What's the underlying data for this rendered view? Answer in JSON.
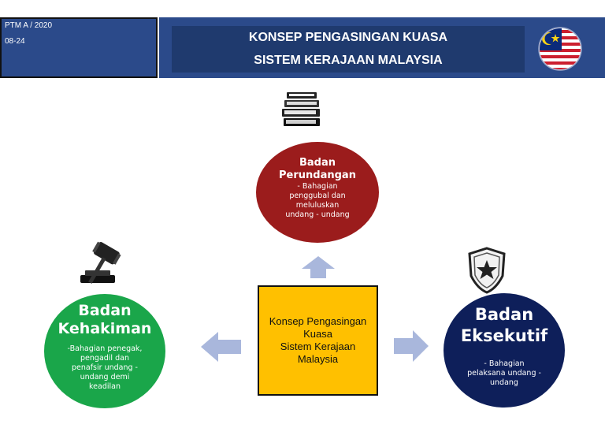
{
  "header": {
    "code": "PTM A / 2020",
    "page": "08-24",
    "title_line1": "KONSEP PENGASINGAN KUASA",
    "title_line2": "SISTEM KERAJAAN MALAYSIA"
  },
  "center": {
    "line1": "Konsep Pengasingan",
    "line2": "Kuasa",
    "line3": "Sistem Kerajaan",
    "line4": "Malaysia"
  },
  "top_node": {
    "title_line1": "Badan",
    "title_line2": "Perundangan",
    "desc_line1": "- Bahagian",
    "desc_line2": "penggubal dan",
    "desc_line3": "meluluskan",
    "desc_line4": "undang - undang"
  },
  "left_node": {
    "title_line1": "Badan",
    "title_line2": "Kehakiman",
    "desc_line1": "-Bahagian penegak,",
    "desc_line2": "pengadil dan",
    "desc_line3": "penafsir undang -",
    "desc_line4": "undang demi",
    "desc_line5": "keadilan"
  },
  "right_node": {
    "title_line1": "Badan",
    "title_line2": "Eksekutif",
    "desc_line1": "- Bahagian",
    "desc_line2": "pelaksana undang -",
    "desc_line3": "undang"
  },
  "colors": {
    "header_blue": "#2b4a8a",
    "perundangan_red": "#9b1c1c",
    "kehakiman_green": "#1aa64a",
    "eksekutif_navy": "#0e1f5a",
    "center_yellow": "#ffc000",
    "arrow_blue": "#a9b7dc"
  },
  "icons": [
    "books-icon",
    "gavel-icon",
    "police-badge-icon",
    "malaysia-flag-icon"
  ]
}
